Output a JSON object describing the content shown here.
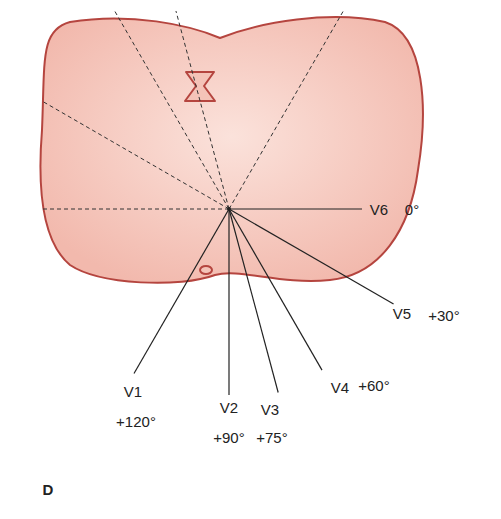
{
  "diagram": {
    "labels": [
      "V1",
      "+120°",
      "V2",
      "+90°",
      "V3",
      "+75°",
      "V4",
      "+60°",
      "V5",
      "+30°",
      "V6",
      "0°",
      "D"
    ]
  }
}
